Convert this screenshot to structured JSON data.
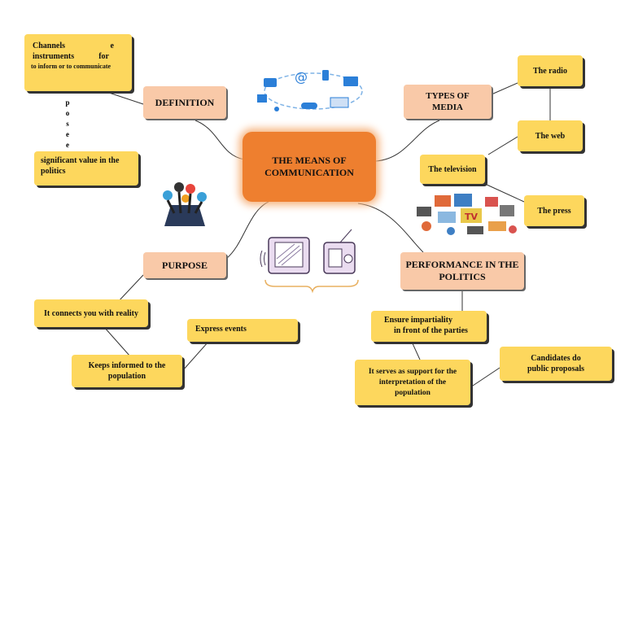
{
  "central": {
    "line1": "THE MEANS OF",
    "line2": "COMMUNICATION"
  },
  "definition": {
    "label": "DEFINITION",
    "box1": {
      "w1": "Channels",
      "w2": "e",
      "w3": "instruments",
      "w4": "for",
      "w5": "to inform or to communicate"
    },
    "stray_letters": [
      "p",
      "o",
      "s",
      "e",
      "e"
    ],
    "box2": {
      "line1": "significant value in the",
      "line2": "politics"
    }
  },
  "types": {
    "label_line1": "TYPES OF",
    "label_line2": "MEDIA",
    "items": {
      "radio": "The radio",
      "web": "The web",
      "tv": "The television",
      "press": "The press"
    }
  },
  "purpose": {
    "label": "PURPOSE",
    "reality": "It connects you with reality",
    "express": "Express events",
    "informed_line1": "Keeps informed to the",
    "informed_line2": "population"
  },
  "performance": {
    "label_line1": "PERFORMANCE IN THE",
    "label_line2": "POLITICS",
    "impartiality_line1": "Ensure impartiality",
    "impartiality_line2": "in front of the parties",
    "support_line1": "It serves as support for the",
    "support_line2": "interpretation of the",
    "support_line3": "population",
    "candidates_line1": "Candidates do",
    "candidates_line2": "public proposals"
  },
  "icons": {
    "network": "communication-network-icon",
    "microphones": "microphones-icon",
    "tv_radio": "tv-and-radio-icon",
    "media_collage": "media-collage-icon"
  },
  "colors": {
    "central": "#ee7f2f",
    "peach": "#f9c9a8",
    "yellow": "#fdd75d"
  }
}
